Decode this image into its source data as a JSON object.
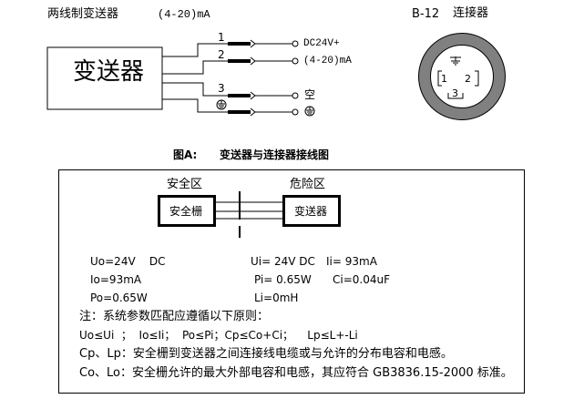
{
  "top": {
    "title": "两线制变送器",
    "signal": "(4-20)mA",
    "transmitter_label": "变送器",
    "pins": [
      {
        "num": "1",
        "label": "DC24V+"
      },
      {
        "num": "2",
        "label": "(4-20)mA"
      },
      {
        "num": "3",
        "label": "空"
      },
      {
        "num": "ground",
        "label": "ground"
      }
    ],
    "caption_prefix": "图A:",
    "caption": "变送器与连接器接线图"
  },
  "connector": {
    "title": "B-12",
    "name": "连接器",
    "pins": [
      "1",
      "2",
      "3"
    ],
    "ring_color": "#808080"
  },
  "barrier": {
    "safe_zone": "安全区",
    "hazard_zone": "危险区",
    "safe_box": "安全栅",
    "hazard_box": "变送器",
    "left_params": [
      "Uo=24V    DC",
      "Io=93mA",
      "Po=0.65W"
    ],
    "right_params": [
      "Ui= 24V DC",
      "Ii= 93mA",
      "Pi= 0.65W",
      "Ci=0.04uF",
      "Li=0mH"
    ],
    "notes": [
      "注：系统参数匹配应遵循以下原则：",
      "Uo≤Ui  ；  Io≤Ii；  Po≤Pi；Cp≤Co+Ci；    Lp≤L+-Li",
      "Cp、Lp：安全栅到变送器之间连接线电缆或与允许的分布电容和电感。",
      "Co、Lo：安全栅允许的最大外部电容和电感，其应符合 GB3836.15-2000 标准。"
    ]
  }
}
